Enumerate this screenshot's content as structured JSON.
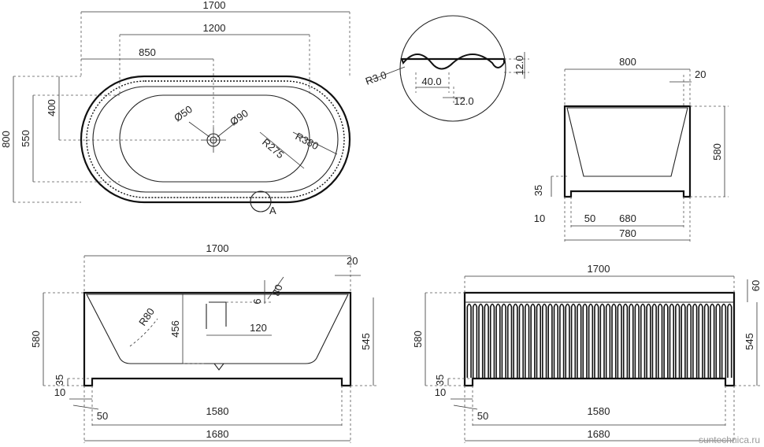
{
  "top_view": {
    "dims": {
      "overall_length": "1700",
      "inner_length": "1200",
      "drain_offset": "850",
      "overall_width": "800",
      "inner_width_a": "550",
      "inner_width_b": "400",
      "drain_dia_a": "Ø50",
      "drain_dia_b": "Ø90",
      "radius_inner": "R275",
      "radius_outer": "R380",
      "detail_tag": "A"
    }
  },
  "detail_a": {
    "dims": {
      "radius": "R3.0",
      "pitch": "40.0",
      "groove": "12.0",
      "depth": "12.0"
    }
  },
  "side_view": {
    "dims": {
      "width_top": "800",
      "rim": "20",
      "height": "580",
      "base": "35",
      "foot": "10",
      "inset": "50",
      "inner_bottom": "680",
      "bottom_width": "780"
    }
  },
  "front_section": {
    "dims": {
      "overall_length": "1700",
      "rim": "20",
      "depth_inner": "456",
      "overflow_a": "6",
      "overflow_b": "80",
      "overflow_w": "120",
      "radius": "R80",
      "height": "580",
      "height_inner": "545",
      "base": "35",
      "foot": "10",
      "inset": "50",
      "floor_length": "1580",
      "total_bottom": "1680"
    }
  },
  "front_view": {
    "dims": {
      "overall_length": "1700",
      "rim": "60",
      "height": "580",
      "height_inner": "545",
      "base": "35",
      "foot": "10",
      "inset": "50",
      "floor_length": "1580",
      "total_bottom": "1680"
    }
  },
  "watermark": "suntechnica.ru"
}
